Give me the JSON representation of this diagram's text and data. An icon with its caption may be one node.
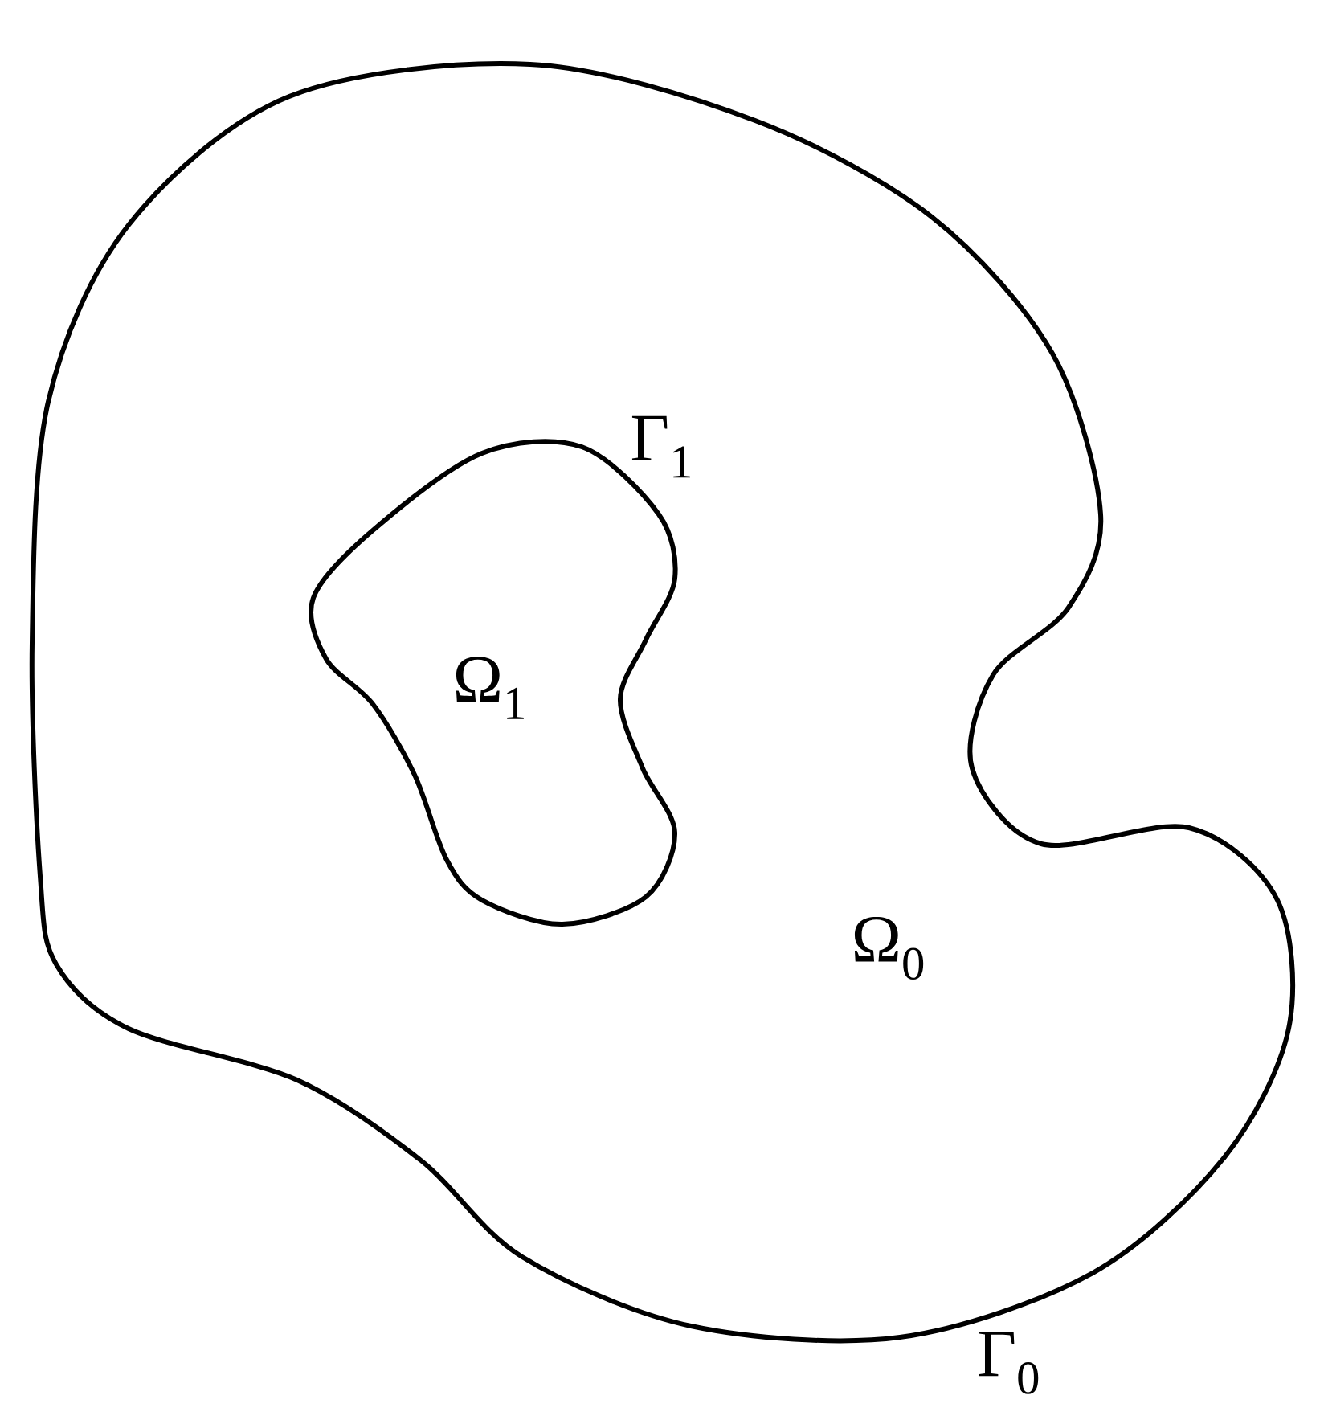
{
  "diagram": {
    "nodes": [
      {
        "text": [
          "Ω$_{0}$"
        ],
        "beside": [
          "Γ$_{0}$"
        ]
      },
      {
        "text": [
          "Ω$_{1}$"
        ],
        "beside": [
          "Γ$_{1}$"
        ],
        "in": 0
      }
    ]
  }
}
